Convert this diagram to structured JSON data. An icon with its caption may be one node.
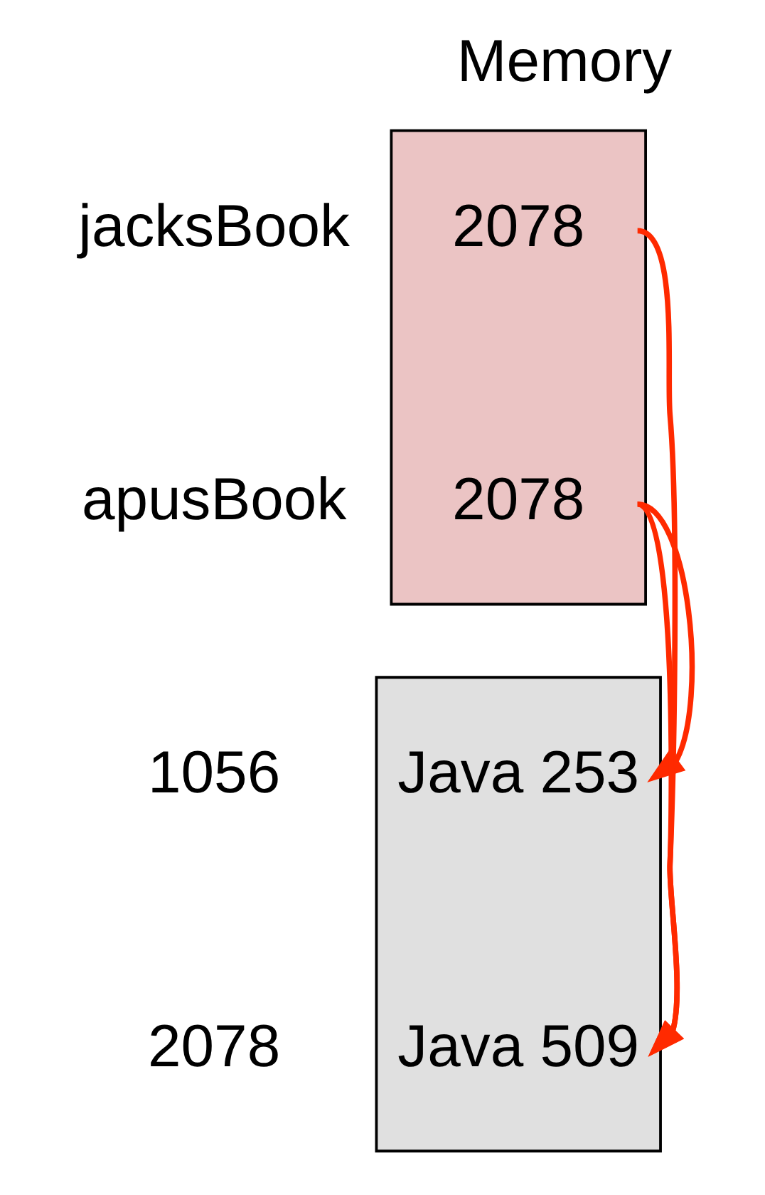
{
  "diagram": {
    "title": "Memory",
    "nodes": [
      {
        "text": [],
        "shape": "box"
      },
      {
        "text": [
          "2078"
        ],
        "in": 0,
        "beside": [
          "jacksBook"
        ]
      },
      {
        "text": [
          "2078"
        ],
        "in": 0,
        "beside": [
          "apusBook"
        ]
      },
      {
        "text": [],
        "shape": "box"
      },
      {
        "text": [
          "Java 253"
        ],
        "in": 3,
        "beside": [
          "1056"
        ]
      },
      {
        "text": [
          "Java 509"
        ],
        "in": 3,
        "beside": [
          "2078"
        ]
      }
    ],
    "edges": [
      {
        "from": 1,
        "to": 5,
        "arrow": "to",
        "color": "#ff2a00"
      },
      {
        "from": 2,
        "to": 4,
        "arrow": "to",
        "color": "#ff2a00"
      },
      {
        "from": 2,
        "to": 5,
        "arrow": "to",
        "color": "#ff2a00"
      }
    ]
  }
}
